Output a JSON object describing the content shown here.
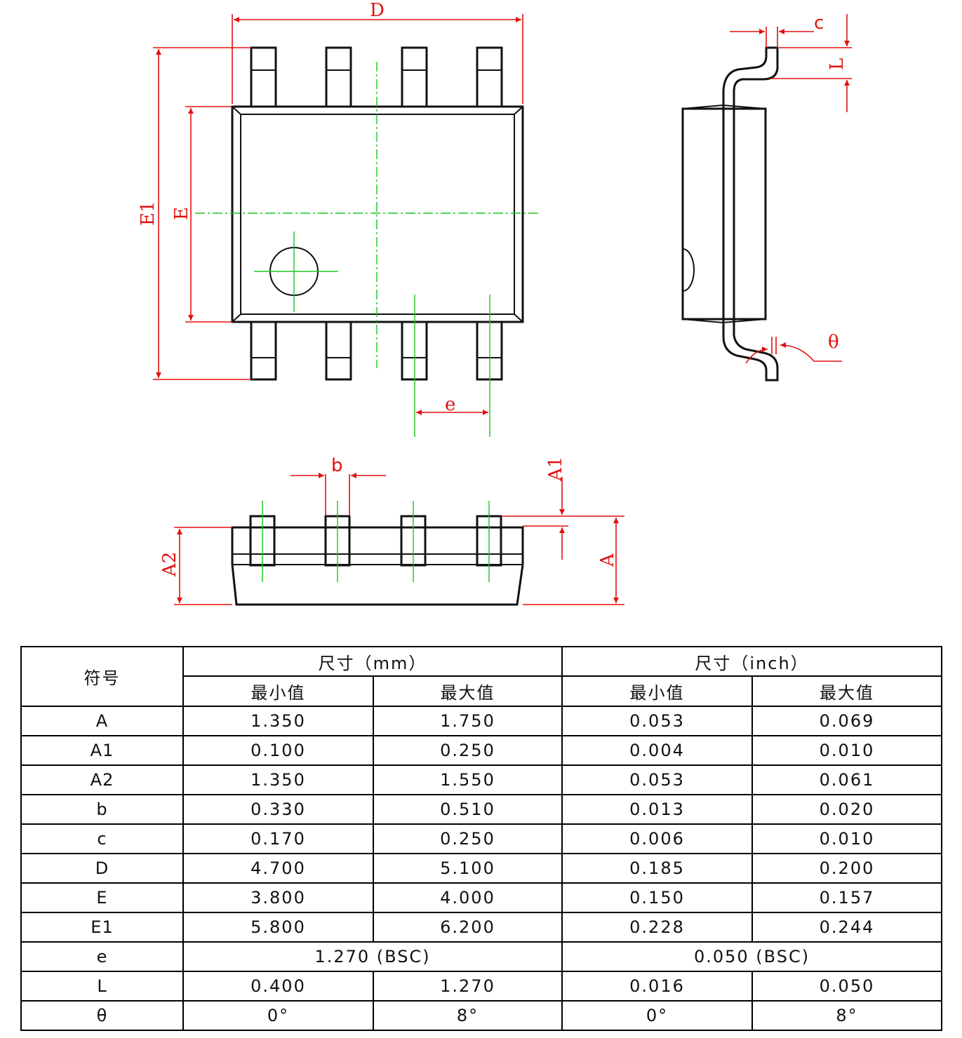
{
  "labels": {
    "D": "D",
    "E1": "E1",
    "E": "E",
    "e": "e",
    "c": "c",
    "L": "L",
    "theta": "θ",
    "b": "b",
    "A1": "A1",
    "A2": "A2",
    "A": "A"
  },
  "colors": {
    "dimension": "#e01010",
    "centerline": "#18c818",
    "outline": "#111111"
  },
  "table": {
    "symbol_header": "符号",
    "group_mm": "尺寸（mm）",
    "group_inch": "尺寸（inch）",
    "min_label": "最小值",
    "max_label": "最大值",
    "rows": [
      {
        "sym": "A",
        "mm_min": "1.350",
        "mm_max": "1.750",
        "in_min": "0.053",
        "in_max": "0.069"
      },
      {
        "sym": "A1",
        "mm_min": "0.100",
        "mm_max": "0.250",
        "in_min": "0.004",
        "in_max": "0.010"
      },
      {
        "sym": "A2",
        "mm_min": "1.350",
        "mm_max": "1.550",
        "in_min": "0.053",
        "in_max": "0.061"
      },
      {
        "sym": "b",
        "mm_min": "0.330",
        "mm_max": "0.510",
        "in_min": "0.013",
        "in_max": "0.020"
      },
      {
        "sym": "c",
        "mm_min": "0.170",
        "mm_max": "0.250",
        "in_min": "0.006",
        "in_max": "0.010"
      },
      {
        "sym": "D",
        "mm_min": "4.700",
        "mm_max": "5.100",
        "in_min": "0.185",
        "in_max": "0.200"
      },
      {
        "sym": "E",
        "mm_min": "3.800",
        "mm_max": "4.000",
        "in_min": "0.150",
        "in_max": "0.157"
      },
      {
        "sym": "E1",
        "mm_min": "5.800",
        "mm_max": "6.200",
        "in_min": "0.228",
        "in_max": "0.244"
      }
    ],
    "row_e": {
      "sym": "e",
      "mm_bsc": "1.270 (BSC)",
      "in_bsc": "0.050 (BSC)"
    },
    "row_L": {
      "sym": "L",
      "mm_min": "0.400",
      "mm_max": "1.270",
      "in_min": "0.016",
      "in_max": "0.050"
    },
    "row_theta": {
      "sym": "θ",
      "mm_min": "0°",
      "mm_max": "8°",
      "in_min": "0°",
      "in_max": "8°"
    }
  }
}
